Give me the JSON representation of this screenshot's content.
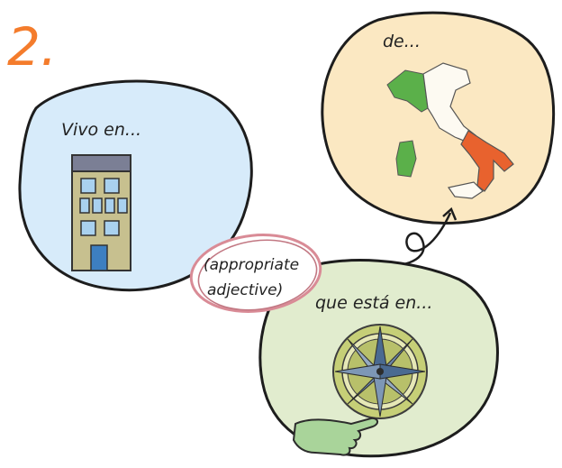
{
  "step_number": "2.",
  "bubbles": {
    "home": {
      "label": "Vivo en..."
    },
    "location": {
      "label": "que está en..."
    },
    "country": {
      "label": "de..."
    }
  },
  "connector": {
    "line1": "(appropriate",
    "line2": "adjective)"
  },
  "icons": {
    "home": "apartment-building-icon",
    "location": "compass-rose-icon",
    "country": "italy-map-icon"
  },
  "colors": {
    "step_number": "#f47c2c",
    "home_bubble": "#d7ebfa",
    "location_bubble": "#e1ecce",
    "country_bubble": "#fbe8c2",
    "italy_green": "#5bb04a",
    "italy_red": "#e8622e",
    "connector_ring": "#d98b96"
  }
}
